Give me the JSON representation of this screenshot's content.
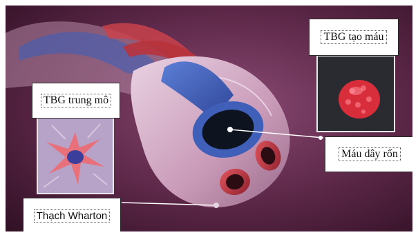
{
  "labels": {
    "hematopoietic": "TBG tạo máu",
    "mesenchymal": "TBG trung mô",
    "cord_blood": "Máu dây rốn",
    "wharton": "Thạch Wharton"
  },
  "colors": {
    "background": "#5a2646",
    "vein": "#3f5fb8",
    "artery": "#b8333c",
    "jelly": "#d9b6cf",
    "pointer_line": "#ffffff"
  },
  "icons": [
    "red-blood-stem-cell-image",
    "mesenchymal-stem-cell-image"
  ]
}
